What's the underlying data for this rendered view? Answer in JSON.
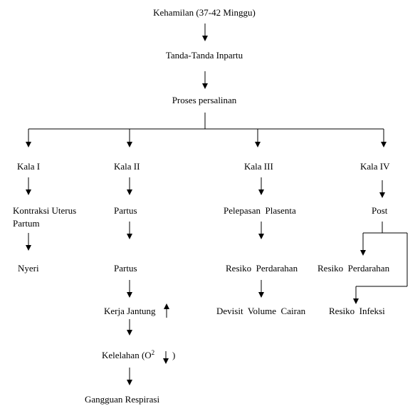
{
  "nodes": {
    "pregnancy": "Kehamilan (37-42 Minggu)",
    "inpartu_signs": "Tanda-Tanda Inpartu",
    "labor_process": "Proses persalinan",
    "kala1": {
      "title": "Kala I",
      "contraction_line1": "Kontraksi Uterus",
      "contraction_line2": "Partum",
      "pain": "Nyeri"
    },
    "kala2": {
      "title": "Kala II",
      "partus_1": "Partus",
      "partus_2": "Partus",
      "heart_work": "Kerja Jantung",
      "fatigue_prefix": "Kelelahan (O",
      "fatigue_sup": "2",
      "fatigue_suffix": ")",
      "respiration": "Gangguan Respirasi"
    },
    "kala3": {
      "title": "Kala III",
      "placenta": "Pelepasan  Plasenta",
      "bleeding_risk": "Resiko  Perdarahan",
      "fluid_deficit": "Devisit  Volume  Cairan"
    },
    "kala4": {
      "title": "Kala IV",
      "post": "Post",
      "bleeding_risk": "Resiko  Perdarahan",
      "infection_risk": "Resiko  Infeksi"
    }
  }
}
